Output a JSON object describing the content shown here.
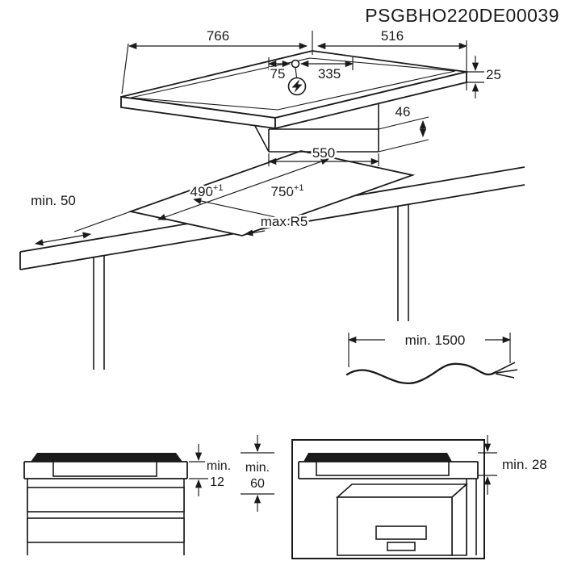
{
  "title": "PSGBHO220DE00039",
  "hob": {
    "width": "766",
    "depth": "516",
    "thickness": "25",
    "conn_from_left": "75",
    "conn_to_right": "335",
    "casing_height": "46",
    "casing_width": "550"
  },
  "cutout": {
    "side_clearance": "min. 50",
    "depth": "490",
    "depth_tol": "+1",
    "width": "750",
    "width_tol": "+1",
    "corner_radius": "max R5"
  },
  "cable": {
    "min_length": "min. 1500"
  },
  "drawer_install": {
    "worktop_label": "min.",
    "worktop_value": "12",
    "clearance_label": "min.",
    "clearance_value": "60"
  },
  "oven_install": {
    "min_gap": "min. 28"
  }
}
